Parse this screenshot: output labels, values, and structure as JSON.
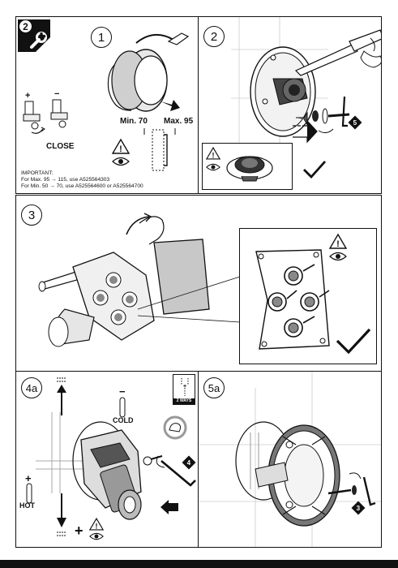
{
  "step2": {
    "badge": "2",
    "sub1": "1",
    "sub2": "2",
    "close": "CLOSE",
    "min": "Min. 70",
    "max": "Max. 95",
    "important_title": "IMPORTANT:",
    "important_line1": "For Max. 95 → 115, use A525564303",
    "important_line2": "For Min. 50 → 70, use A525564600 or A525564700",
    "step5_badge": "5"
  },
  "step3": {
    "label": "3"
  },
  "step4a": {
    "label": "4a",
    "cold": "COLD",
    "hot": "HOT",
    "ways": "2 WAYS",
    "badge": "4",
    "minus": "−",
    "plus": "+"
  },
  "step5a": {
    "label": "5a",
    "badge": "3"
  }
}
